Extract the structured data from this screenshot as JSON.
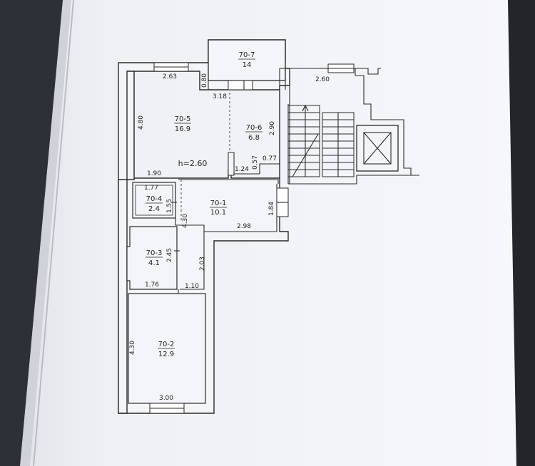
{
  "rooms": {
    "r707": {
      "id": "70-7",
      "area": "14"
    },
    "r705": {
      "id": "70-5",
      "area": "16.9"
    },
    "r706": {
      "id": "70-6",
      "area": "6.8"
    },
    "r701": {
      "id": "70-1",
      "area": "10.1"
    },
    "r704": {
      "id": "70-4",
      "area": "2.4"
    },
    "r703": {
      "id": "70-3",
      "area": "4.1"
    },
    "r702": {
      "id": "70-2",
      "area": "12.9"
    }
  },
  "dims": {
    "d263": "2.63",
    "d080": "0.80",
    "d318": "3.18",
    "d260": "2.60",
    "d480": "4.80",
    "d290": "2.90",
    "d057": "0.57",
    "d077": "0.77",
    "d124": "1.24",
    "d190": "1.90",
    "d177": "1.77",
    "d155": "1.55",
    "d430a": "4.30",
    "d184": "1.84",
    "d298": "2.98",
    "d245": "2.45",
    "d203": "2.03",
    "d176": "1.76",
    "d110": "1.10",
    "d430b": "4.30",
    "d300": "3.00"
  },
  "height_note": "h=2.60"
}
